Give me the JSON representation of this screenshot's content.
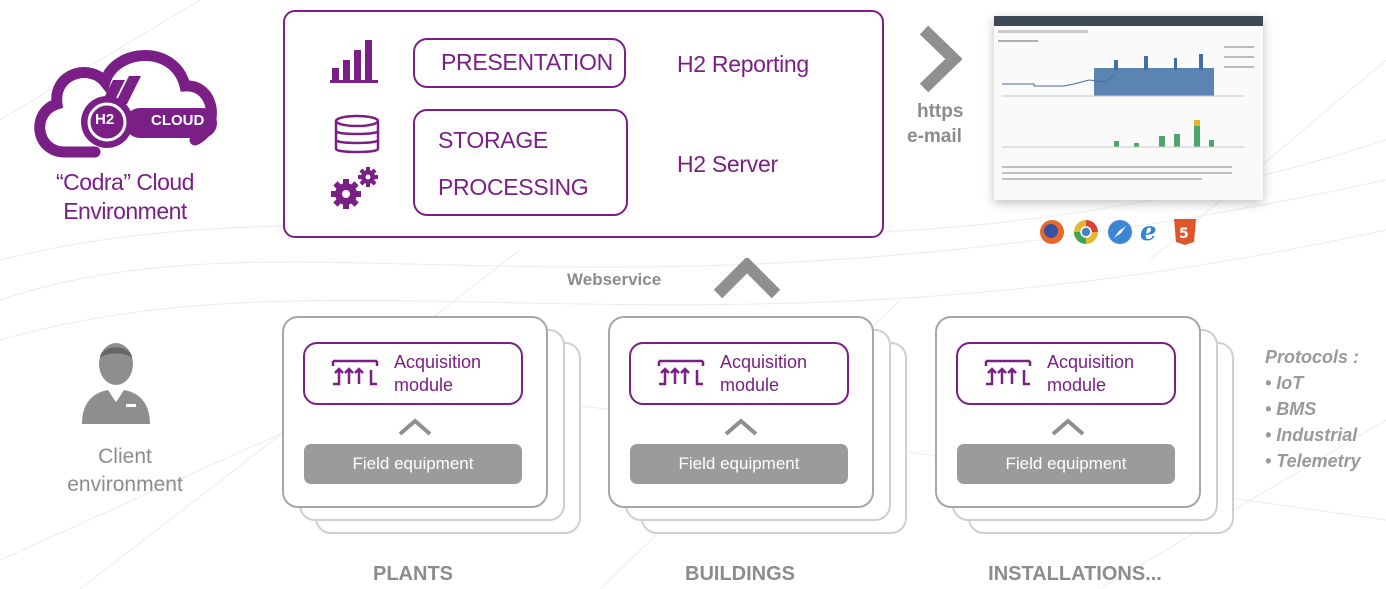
{
  "cloud": {
    "logo_text_h2": "H2",
    "logo_text_cloud": "CLOUD",
    "caption_line1": "“Codra” Cloud",
    "caption_line2": "Environment"
  },
  "server_box": {
    "presentation_label": "PRESENTATION",
    "reporting_label": "H2 Reporting",
    "storage_label": "STORAGE",
    "processing_label": "PROCESSING",
    "server_label": "H2 Server",
    "icons": [
      "bar-chart-icon",
      "database-icon",
      "gears-icon"
    ]
  },
  "transport": {
    "https_label": "https",
    "email_label": "e-mail",
    "webservice_label": "Webservice"
  },
  "browsers": [
    "firefox-icon",
    "chrome-icon",
    "safari-icon",
    "ie-icon",
    "html5-icon"
  ],
  "client": {
    "line1": "Client",
    "line2": "environment"
  },
  "sites": [
    {
      "acq_line1": "Acquisition",
      "acq_line2": "module",
      "field": "Field equipment",
      "label": "PLANTS"
    },
    {
      "acq_line1": "Acquisition",
      "acq_line2": "module",
      "field": "Field equipment",
      "label": "BUILDINGS"
    },
    {
      "acq_line1": "Acquisition",
      "acq_line2": "module",
      "field": "Field equipment",
      "label": "INSTALLATIONS..."
    }
  ],
  "protocols": {
    "title": "Protocols :",
    "items": [
      "• IoT",
      "• BMS",
      "• Industrial",
      "• Telemetry"
    ]
  },
  "colors": {
    "accent": "#7a1f86",
    "gray": "#8c8c8c",
    "field_bg": "#9b9b9b"
  }
}
